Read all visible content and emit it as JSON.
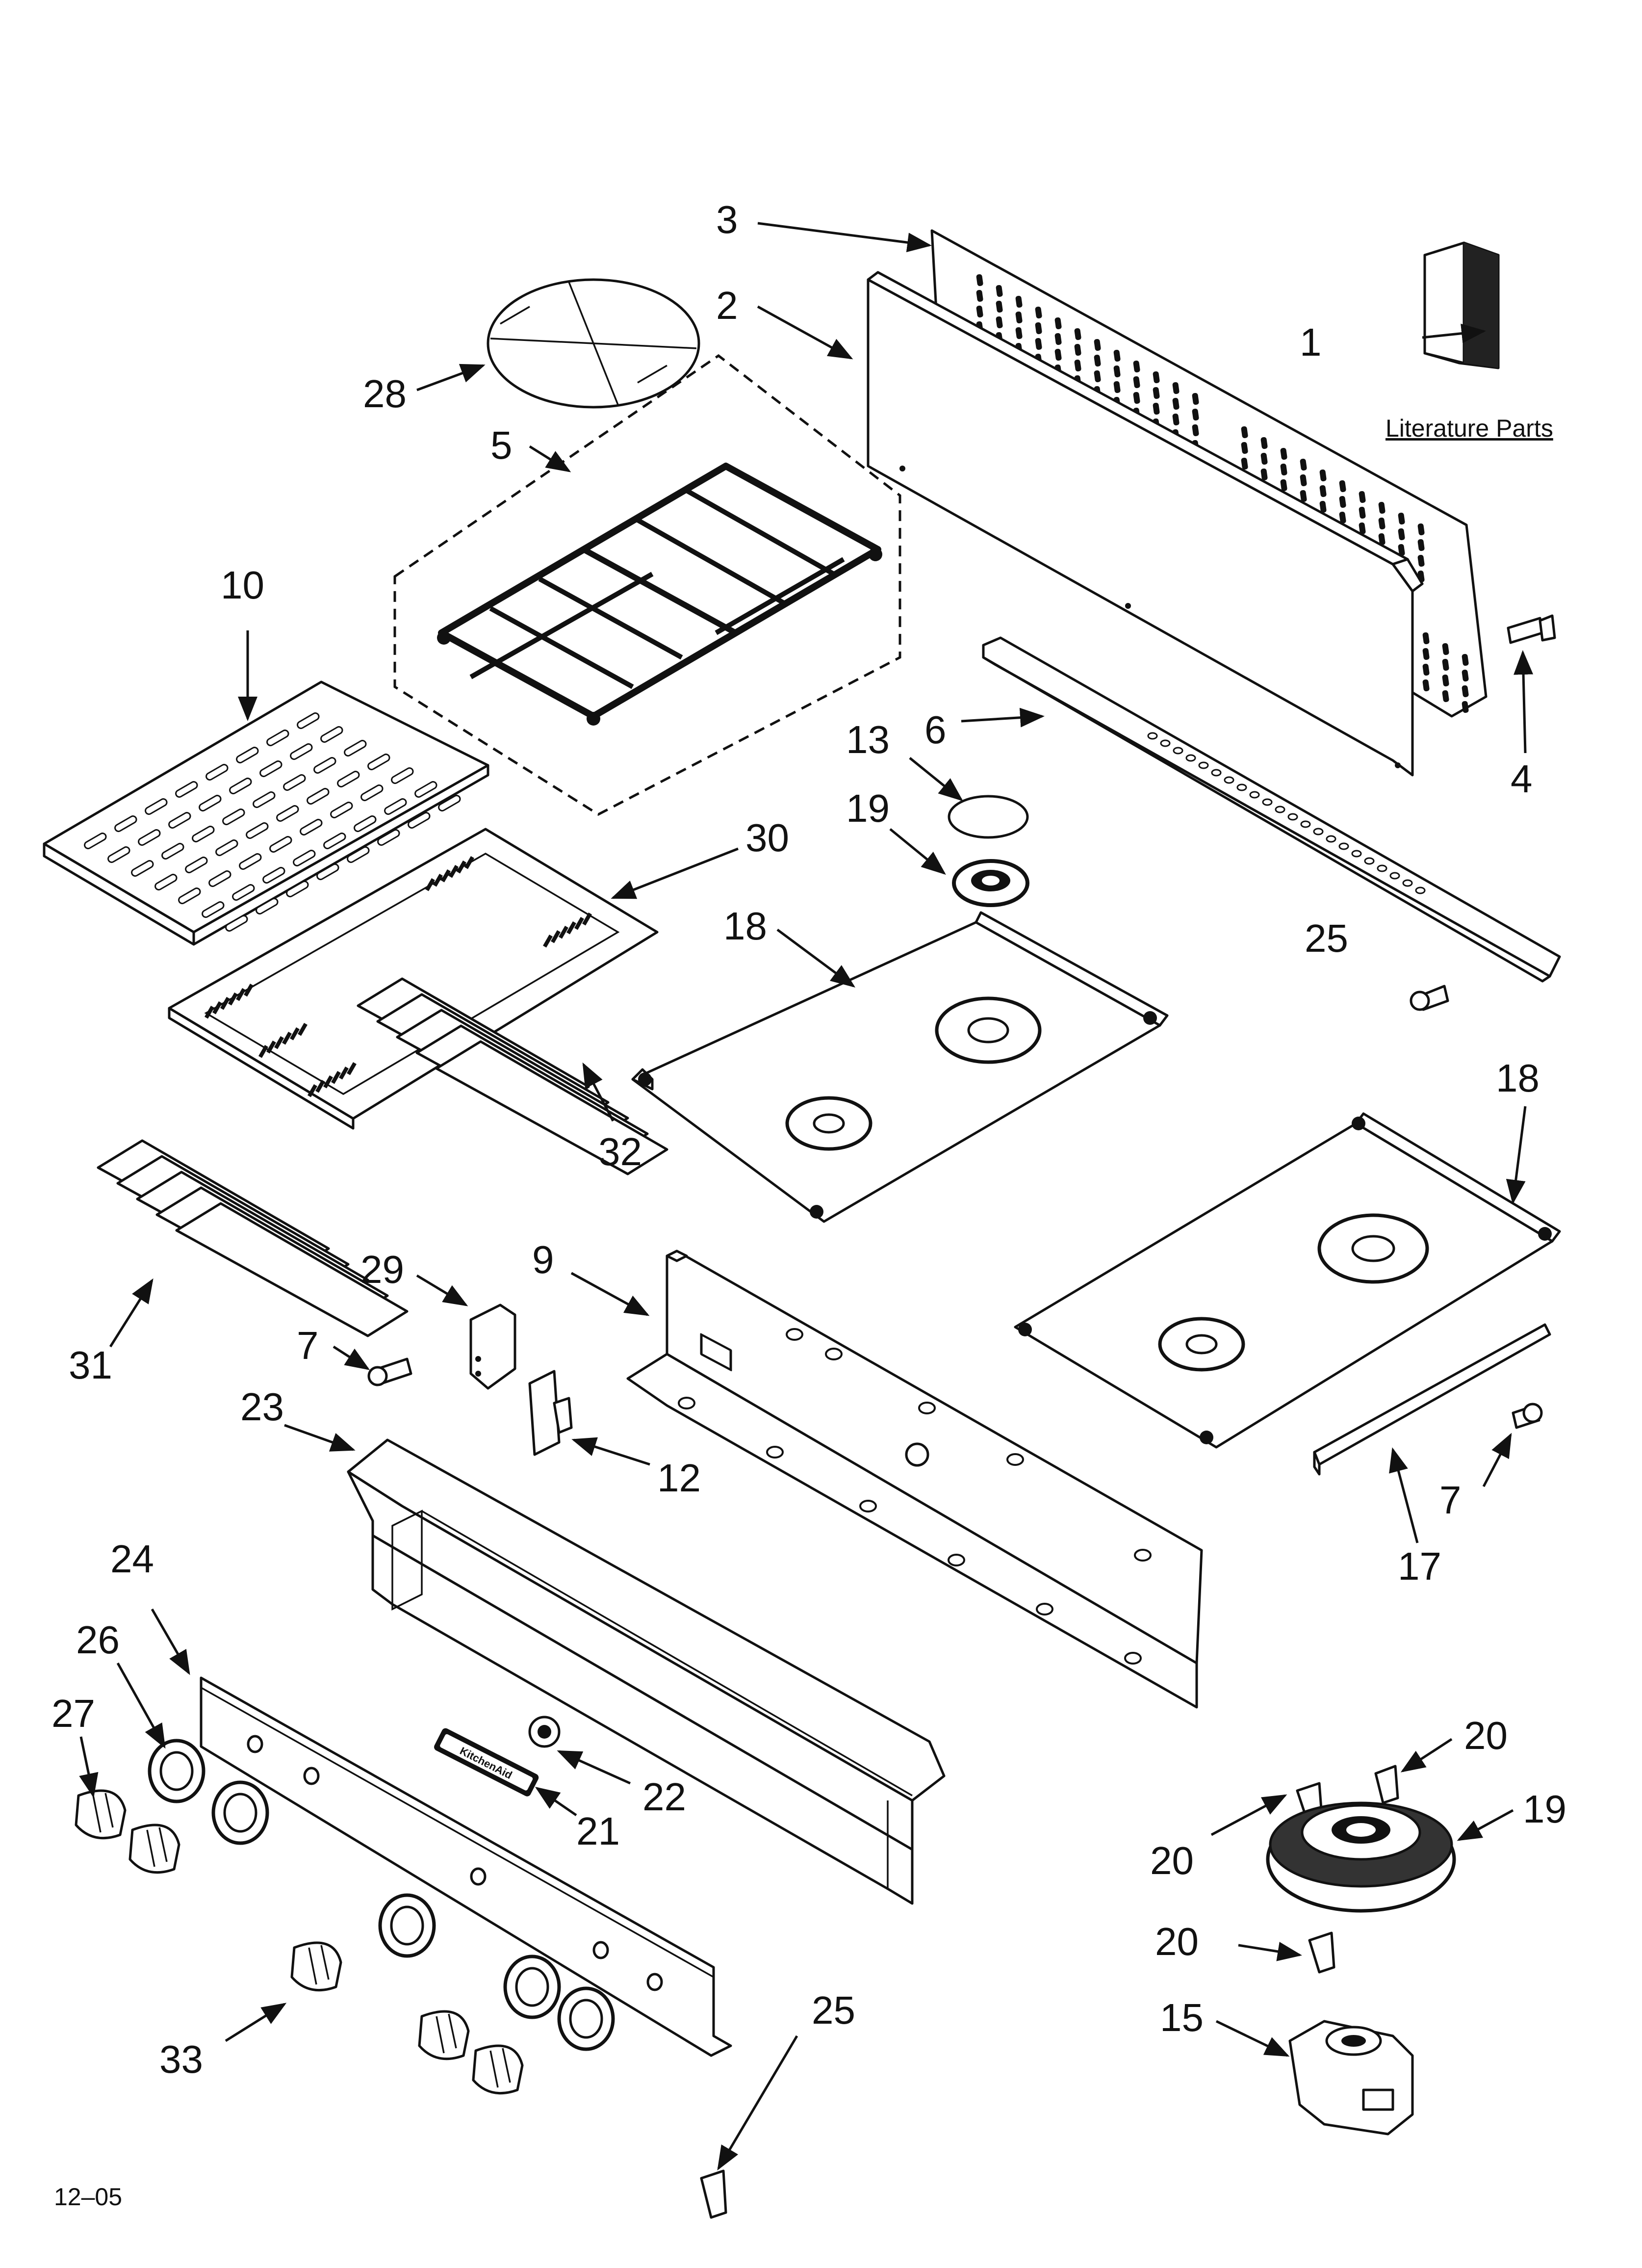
{
  "callouts": [
    {
      "id": "c1",
      "text": "1"
    },
    {
      "id": "c2",
      "text": "2"
    },
    {
      "id": "c3",
      "text": "3"
    },
    {
      "id": "c4",
      "text": "4"
    },
    {
      "id": "c5",
      "text": "5"
    },
    {
      "id": "c6",
      "text": "6"
    },
    {
      "id": "c7a",
      "text": "7"
    },
    {
      "id": "c7b",
      "text": "7"
    },
    {
      "id": "c9",
      "text": "9"
    },
    {
      "id": "c10",
      "text": "10"
    },
    {
      "id": "c12",
      "text": "12"
    },
    {
      "id": "c13",
      "text": "13"
    },
    {
      "id": "c15",
      "text": "15"
    },
    {
      "id": "c17",
      "text": "17"
    },
    {
      "id": "c18a",
      "text": "18"
    },
    {
      "id": "c18b",
      "text": "18"
    },
    {
      "id": "c19a",
      "text": "19"
    },
    {
      "id": "c19b",
      "text": "19"
    },
    {
      "id": "c20a",
      "text": "20"
    },
    {
      "id": "c20b",
      "text": "20"
    },
    {
      "id": "c20c",
      "text": "20"
    },
    {
      "id": "c21",
      "text": "21"
    },
    {
      "id": "c22",
      "text": "22"
    },
    {
      "id": "c23",
      "text": "23"
    },
    {
      "id": "c24",
      "text": "24"
    },
    {
      "id": "c25a",
      "text": "25"
    },
    {
      "id": "c25b",
      "text": "25"
    },
    {
      "id": "c26",
      "text": "26"
    },
    {
      "id": "c27",
      "text": "27"
    },
    {
      "id": "c28",
      "text": "28"
    },
    {
      "id": "c29",
      "text": "29"
    },
    {
      "id": "c30",
      "text": "30"
    },
    {
      "id": "c31",
      "text": "31"
    },
    {
      "id": "c32",
      "text": "32"
    },
    {
      "id": "c33",
      "text": "33"
    }
  ],
  "literature_label": "Literature Parts",
  "date_code": "12–05",
  "logo_text": "KitchenAid"
}
